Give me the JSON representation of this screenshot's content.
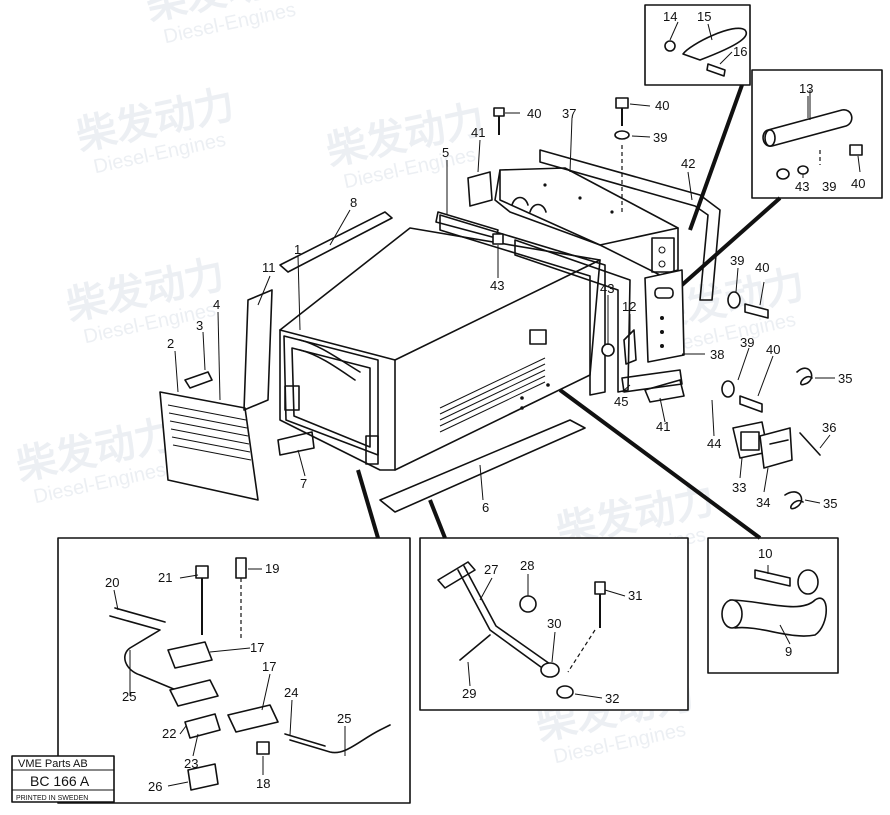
{
  "watermark": {
    "brand_cn": "柴发动力",
    "brand_en": "Diesel-Engines"
  },
  "stamp": {
    "line1": "VME Parts AB",
    "code": "BC 166 A",
    "line3": "PRINTED IN SWEDEN"
  },
  "callouts": {
    "c1": "1",
    "c2": "2",
    "c3": "3",
    "c4": "4",
    "c5": "5",
    "c6": "6",
    "c7": "7",
    "c8": "8",
    "c9": "9",
    "c10": "10",
    "c11": "11",
    "c12": "12",
    "c13": "13",
    "c14": "14",
    "c15": "15",
    "c16": "16",
    "c17a": "17",
    "c17b": "17",
    "c18": "18",
    "c19": "19",
    "c20": "20",
    "c21": "21",
    "c22": "22",
    "c23": "23",
    "c24": "24",
    "c25a": "25",
    "c25b": "25",
    "c26": "26",
    "c27": "27",
    "c28": "28",
    "c29": "29",
    "c30": "30",
    "c31": "31",
    "c32": "32",
    "c33": "33",
    "c34": "34",
    "c35a": "35",
    "c35b": "35",
    "c36": "36",
    "c37": "37",
    "c38": "38",
    "c39a": "39",
    "c39b": "39",
    "c39c": "39",
    "c39d": "39",
    "c40a": "40",
    "c40b": "40",
    "c40c": "40",
    "c40d": "40",
    "c40e": "40",
    "c41a": "41",
    "c41b": "41",
    "c42": "42",
    "c43a": "43",
    "c43b": "43",
    "c43c": "43",
    "c44": "44",
    "c45": "45"
  }
}
